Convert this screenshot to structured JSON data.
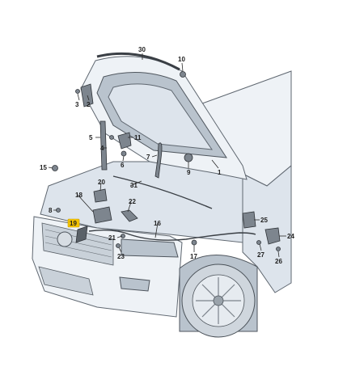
{
  "callouts": [
    {
      "label": "30"
    },
    {
      "label": "10"
    },
    {
      "label": "3"
    },
    {
      "label": "2"
    },
    {
      "label": "5"
    },
    {
      "label": "11"
    },
    {
      "label": "4"
    },
    {
      "label": "7"
    },
    {
      "label": "6"
    },
    {
      "label": "9"
    },
    {
      "label": "1"
    },
    {
      "label": "15"
    },
    {
      "label": "31"
    },
    {
      "label": "20"
    },
    {
      "label": "18"
    },
    {
      "label": "22"
    },
    {
      "label": "8"
    },
    {
      "label": "16"
    },
    {
      "label": "25"
    },
    {
      "label": "19"
    },
    {
      "label": "21"
    },
    {
      "label": "23"
    },
    {
      "label": "17"
    },
    {
      "label": "27"
    },
    {
      "label": "24"
    },
    {
      "label": "26"
    }
  ],
  "highlight": {
    "label": "19",
    "color": "#f5c400"
  },
  "colors": {
    "body": "#dde4ec",
    "lines": "#5f6770",
    "parts": "#7d858e"
  }
}
